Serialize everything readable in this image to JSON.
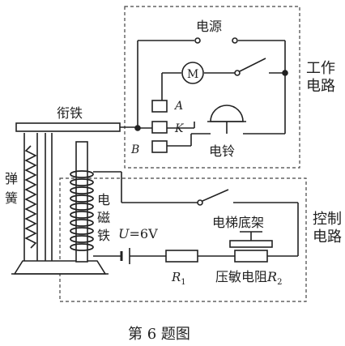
{
  "labels": {
    "power_source": "电源",
    "work_circuit_line1": "工作",
    "work_circuit_line2": "电路",
    "armature": "衔铁",
    "terminal_a": "A",
    "terminal_k": "K",
    "terminal_b": "B",
    "bell": "电铃",
    "motor": "M",
    "spring_line1": "弹",
    "spring_line2": "簧",
    "electromagnet_line1": "电",
    "electromagnet_line2": "磁",
    "electromagnet_line3": "铁",
    "voltage": "U=6V",
    "elevator_platform": "电梯底架",
    "control_circuit_line1": "控制",
    "control_circuit_line2": "电路",
    "resistor_r1_main": "R",
    "resistor_r1_sub": "1",
    "pressure_resistor_prefix": "压敏电阻",
    "pressure_resistor_main": "R",
    "pressure_resistor_sub": "2",
    "caption": "第 6 题图"
  },
  "colors": {
    "ink": "#222222",
    "dashed_border": "#444444"
  }
}
